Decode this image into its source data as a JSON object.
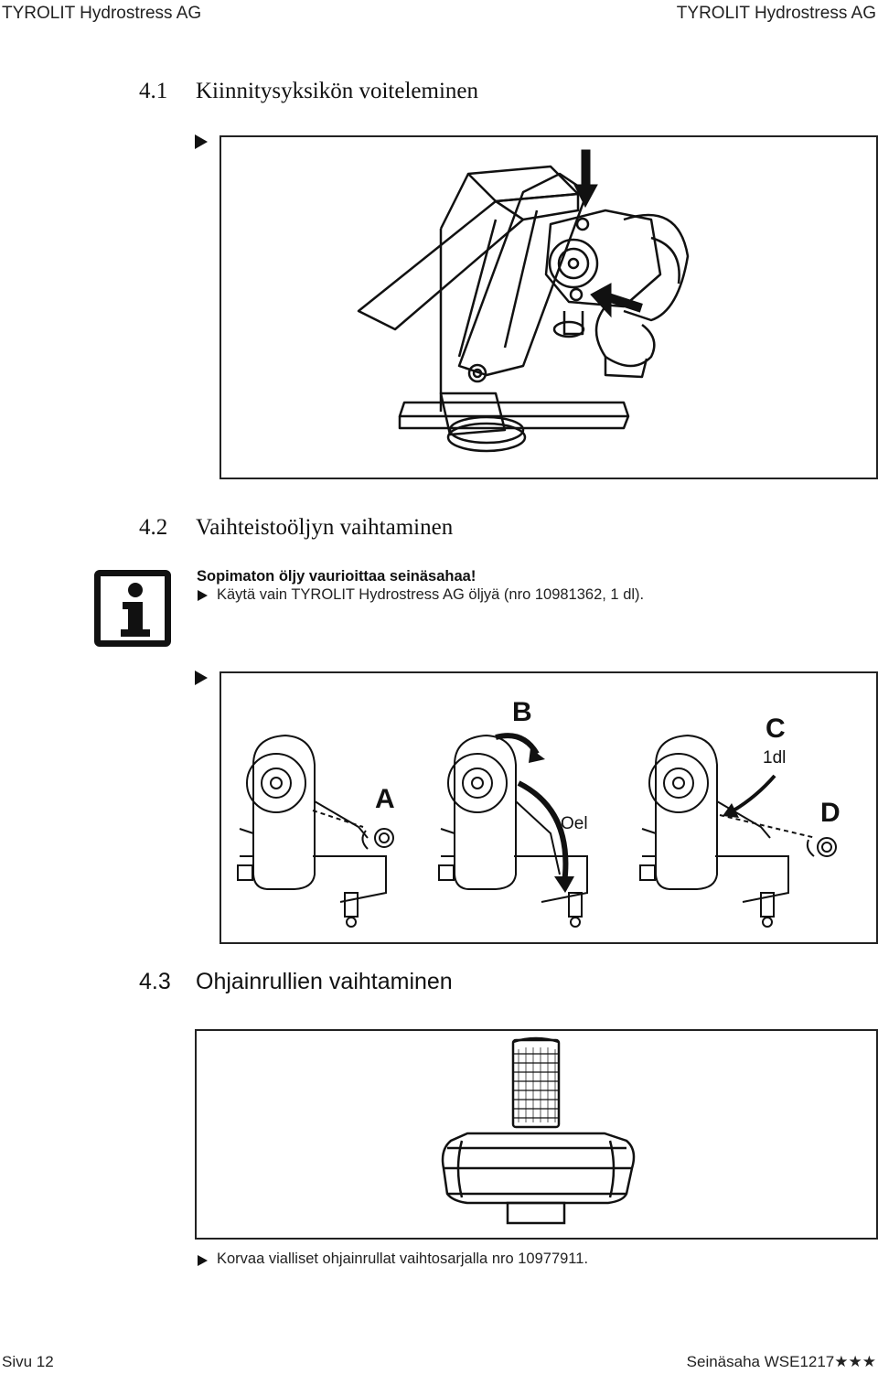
{
  "header": {
    "left": "TYROLIT Hydrostress AG",
    "right": "TYROLIT Hydrostress AG"
  },
  "section1": {
    "number": "4.1",
    "title": "Kiinnitysyksikön voiteleminen"
  },
  "section2": {
    "number": "4.2",
    "title": "Vaihteistoöljyn vaihtaminen",
    "warning": "Sopimaton öljy vaurioittaa seinäsahaa!",
    "instruction": "Käytä vain TYROLIT Hydrostress AG öljyä (nro 10981362, 1 dl).",
    "labels": {
      "a": "A",
      "b": "B",
      "c": "C",
      "d": "D",
      "oel": "Oel",
      "volume": "1dl"
    }
  },
  "section3": {
    "number": "4.3",
    "title": "Ohjainrullien vaihtaminen",
    "instruction": "Korvaa vialliset ohjainrullat vaihtosarjalla nro 10977911."
  },
  "footer": {
    "left": "Sivu 12",
    "right": "Seinäsaha WSE1217★★★"
  },
  "icons": {
    "info": "info-icon",
    "bullet": "triangle-bullet-icon"
  }
}
